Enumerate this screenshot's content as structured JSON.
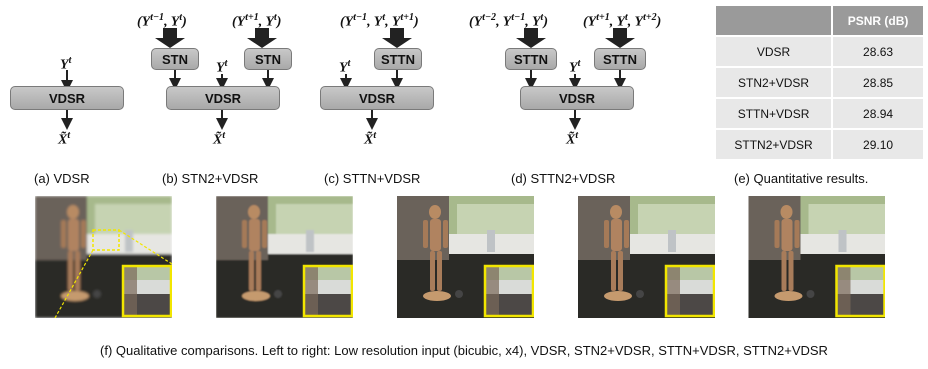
{
  "diagrams": {
    "a": {
      "input": "Y",
      "input_sup": "t",
      "core": "VDSR",
      "output": "X̃",
      "output_sup": "t",
      "caption": "(a) VDSR"
    },
    "b": {
      "in1": "(Y",
      "in1_sup": "t−1",
      "in1_mid": ", Y",
      "in1_sup2": "t",
      "in1_end": ")",
      "in2": "(Y",
      "in2_sup": "t+1",
      "in2_mid": ", Y",
      "in2_sup2": "t",
      "in2_end": ")",
      "stn_left": "STN",
      "stn_right": "STN",
      "center_input": "Y",
      "center_sup": "t",
      "core": "VDSR",
      "output": "X̃",
      "output_sup": "t",
      "caption": "(b) STN2+VDSR"
    },
    "c": {
      "in_top": "(Y",
      "in_top_sup1": "t−1",
      "in_top_mid1": ", Y",
      "in_top_sup2": "t",
      "in_top_mid2": ", Y",
      "in_top_sup3": "t+1",
      "in_top_end": ")",
      "side_input": "Y",
      "side_sup": "t",
      "module": "STTN",
      "core": "VDSR",
      "output": "X̃",
      "output_sup": "t",
      "caption": "(c) STTN+VDSR"
    },
    "d": {
      "in1": "(Y",
      "in1_sup1": "t−2",
      "in1_mid1": ", Y",
      "in1_sup2": "t−1",
      "in1_mid2": ", Y",
      "in1_sup3": "t",
      "in1_end": ")",
      "in2": "(Y",
      "in2_sup1": "t+1",
      "in2_mid1": ", Y",
      "in2_sup2": "t",
      "in2_mid2": ", Y",
      "in2_sup3": "t+2",
      "in2_end": ")",
      "module_left": "STTN",
      "module_right": "STTN",
      "center_input": "Y",
      "center_sup": "t",
      "core": "VDSR",
      "output": "X̃",
      "output_sup": "t",
      "caption": "(d) STTN2+VDSR"
    }
  },
  "results_table": {
    "headers": [
      "",
      "PSNR (dB)"
    ],
    "rows": [
      {
        "method": "VDSR",
        "psnr": "28.63"
      },
      {
        "method": "STN2+VDSR",
        "psnr": "28.85"
      },
      {
        "method": "STTN+VDSR",
        "psnr": "28.94"
      },
      {
        "method": "STTN2+VDSR",
        "psnr": "29.10"
      }
    ],
    "caption": "(e) Quantitative results."
  },
  "qualitative": {
    "caption": "(f) Qualitative comparisons. Left to right: Low resolution input (bicubic, x4), VDSR, STN2+VDSR, STTN+VDSR, STTN2+VDSR",
    "highlight_color": "#f2e600"
  }
}
